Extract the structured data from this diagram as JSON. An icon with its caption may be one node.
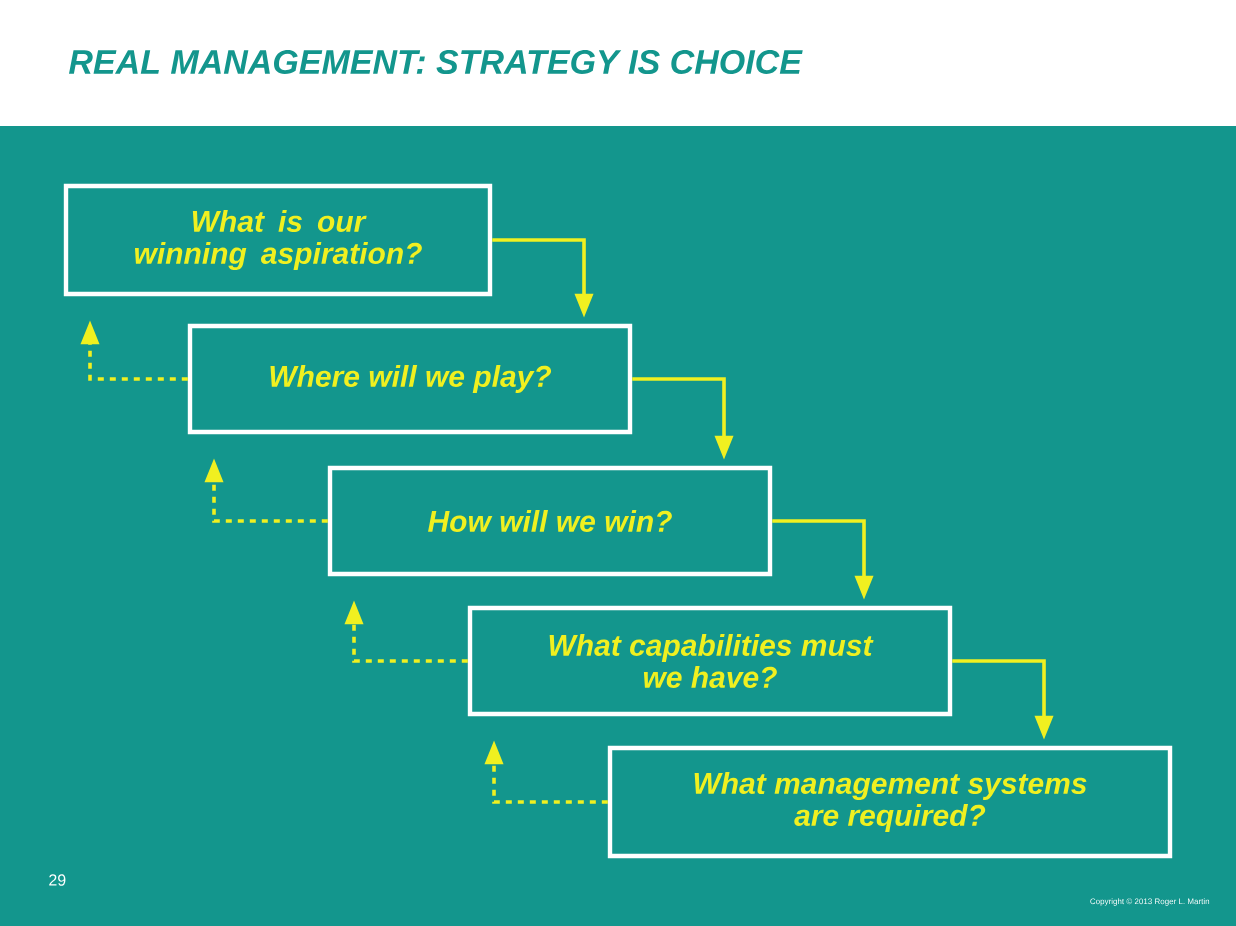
{
  "diagram": {
    "title": "REAL MANAGEMENT: STRATEGY IS CHOICE",
    "nodes": [
      {
        "text": [
          "What is our winning aspiration?"
        ]
      },
      {
        "text": [
          "Where will we play?"
        ]
      },
      {
        "text": [
          "How will we win?"
        ]
      },
      {
        "text": [
          "What capabilities must we have?"
        ]
      },
      {
        "text": [
          "What management systems are required?"
        ]
      }
    ],
    "edges": [
      {
        "from": 0,
        "to": 1,
        "arrow": "to"
      },
      {
        "from": 1,
        "to": 2,
        "arrow": "to"
      },
      {
        "from": 2,
        "to": 3,
        "arrow": "to"
      },
      {
        "from": 3,
        "to": 4,
        "arrow": "to"
      },
      {
        "from": 1,
        "to": 0,
        "arrow": "to",
        "style": "dashed"
      },
      {
        "from": 2,
        "to": 1,
        "arrow": "to",
        "style": "dashed"
      },
      {
        "from": 3,
        "to": 2,
        "arrow": "to",
        "style": "dashed"
      },
      {
        "from": 4,
        "to": 3,
        "arrow": "to",
        "style": "dashed"
      }
    ],
    "labels": [
      "29",
      "Copyright © 2013 Roger L. Martin"
    ]
  }
}
